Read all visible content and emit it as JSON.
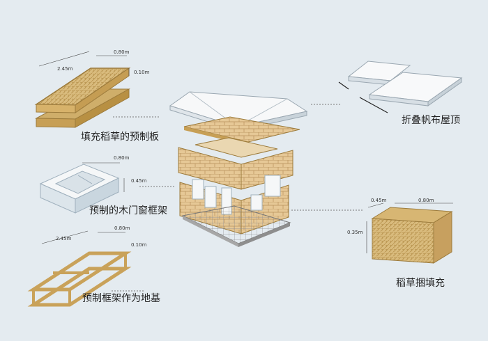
{
  "labels": {
    "panel": "填充稻草的预制板",
    "window_frame": "预制的木门窗框架",
    "base_frame": "预制框架作为地基",
    "roof": "折叠帆布屋顶",
    "bale": "稻草捆填充"
  },
  "dimensions": {
    "panel_length": "2.45m",
    "panel_width": "0.80m",
    "panel_thickness": "0.10m",
    "window_width": "0.80m",
    "window_height": "0.45m",
    "base_length": "2.45m",
    "base_width": "0.80m",
    "base_thickness": "0.10m",
    "bale_depth": "0.45m",
    "bale_length": "0.80m",
    "bale_height": "0.35m"
  },
  "colors": {
    "background": "#e4ebf0",
    "wood": "#e3c98a",
    "wood_edge": "#a98a4a",
    "straw": "#d7b878",
    "white_part": "#f5f7f8"
  }
}
